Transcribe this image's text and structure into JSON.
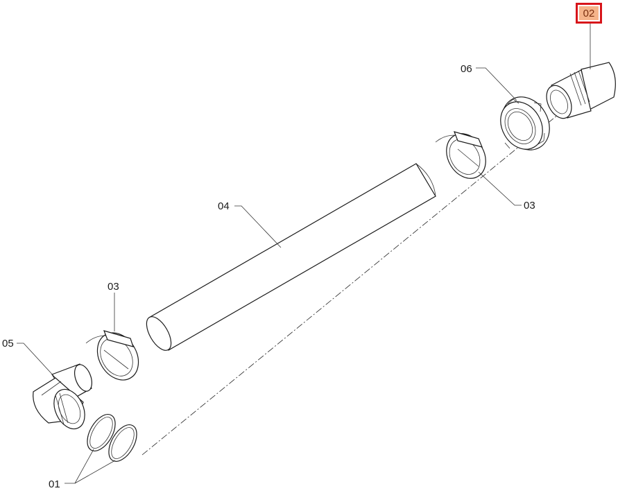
{
  "callouts": {
    "highlighted": "02",
    "label_01": "01",
    "label_03_right": "03",
    "label_03_left": "03",
    "label_04": "04",
    "label_05": "05",
    "label_06": "06"
  },
  "colors": {
    "highlight_border": "#d7141a",
    "highlight_fill": "#f5b48a",
    "line": "#1a1a1a"
  }
}
